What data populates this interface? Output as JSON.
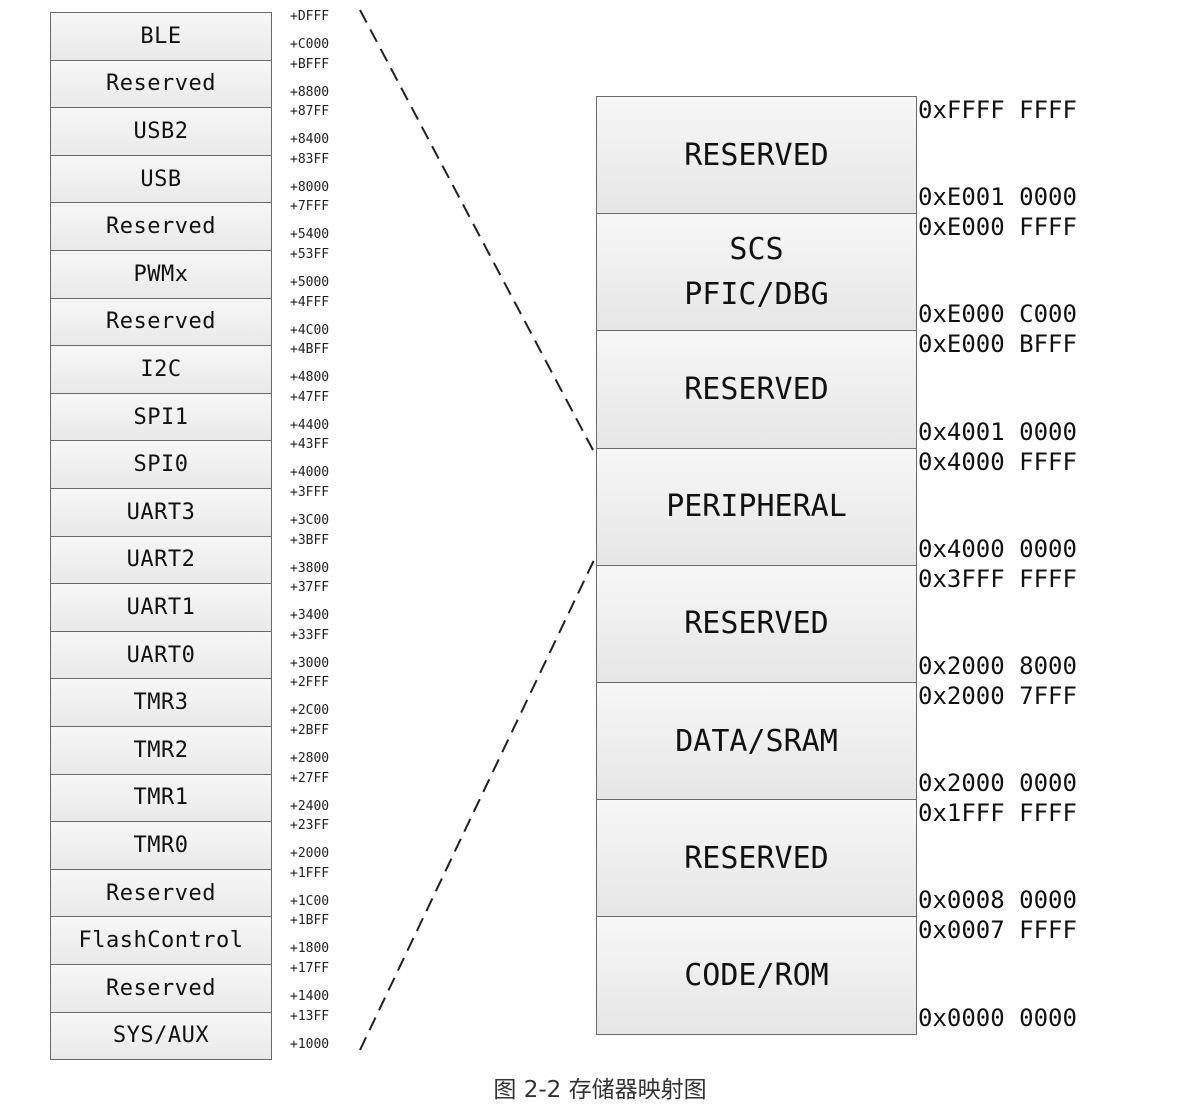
{
  "peripheral_map": {
    "blocks": [
      "BLE",
      "Reserved",
      "USB2",
      "USB",
      "Reserved",
      "PWMx",
      "Reserved",
      "I2C",
      "SPI1",
      "SPI0",
      "UART3",
      "UART2",
      "UART1",
      "UART0",
      "TMR3",
      "TMR2",
      "TMR1",
      "TMR0",
      "Reserved",
      "FlashControl",
      "Reserved",
      "SYS/AUX"
    ],
    "offsets": [
      {
        "top": "+DFFF",
        "bottom": "+C000"
      },
      {
        "top": "+BFFF",
        "bottom": "+8800"
      },
      {
        "top": "+87FF",
        "bottom": "+8400"
      },
      {
        "top": "+83FF",
        "bottom": "+8000"
      },
      {
        "top": "+7FFF",
        "bottom": "+5400"
      },
      {
        "top": "+53FF",
        "bottom": "+5000"
      },
      {
        "top": "+4FFF",
        "bottom": "+4C00"
      },
      {
        "top": "+4BFF",
        "bottom": "+4800"
      },
      {
        "top": "+47FF",
        "bottom": "+4400"
      },
      {
        "top": "+43FF",
        "bottom": "+4000"
      },
      {
        "top": "+3FFF",
        "bottom": "+3C00"
      },
      {
        "top": "+3BFF",
        "bottom": "+3800"
      },
      {
        "top": "+37FF",
        "bottom": "+3400"
      },
      {
        "top": "+33FF",
        "bottom": "+3000"
      },
      {
        "top": "+2FFF",
        "bottom": "+2C00"
      },
      {
        "top": "+2BFF",
        "bottom": "+2800"
      },
      {
        "top": "+27FF",
        "bottom": "+2400"
      },
      {
        "top": "+23FF",
        "bottom": "+2000"
      },
      {
        "top": "+1FFF",
        "bottom": "+1C00"
      },
      {
        "top": "+1BFF",
        "bottom": "+1800"
      },
      {
        "top": "+17FF",
        "bottom": "+1400"
      },
      {
        "top": "+13FF",
        "bottom": "+1000"
      }
    ]
  },
  "memory_map": {
    "regions": [
      {
        "label": [
          "RESERVED"
        ],
        "top_addr": "0xFFFF FFFF",
        "bottom_addr": "0xE001 0000"
      },
      {
        "label": [
          "SCS",
          "PFIC/DBG"
        ],
        "top_addr": "0xE000 FFFF",
        "bottom_addr": "0xE000 C000"
      },
      {
        "label": [
          "RESERVED"
        ],
        "top_addr": "0xE000 BFFF",
        "bottom_addr": "0x4001 0000"
      },
      {
        "label": [
          "PERIPHERAL"
        ],
        "top_addr": "0x4000 FFFF",
        "bottom_addr": "0x4000 0000"
      },
      {
        "label": [
          "RESERVED"
        ],
        "top_addr": "0x3FFF FFFF",
        "bottom_addr": "0x2000 8000"
      },
      {
        "label": [
          "DATA/SRAM"
        ],
        "top_addr": "0x2000 7FFF",
        "bottom_addr": "0x2000 0000"
      },
      {
        "label": [
          "RESERVED"
        ],
        "top_addr": "0x1FFF FFFF",
        "bottom_addr": "0x0008 0000"
      },
      {
        "label": [
          "CODE/ROM"
        ],
        "top_addr": "0x0007 FFFF",
        "bottom_addr": "0x0000 0000"
      }
    ]
  },
  "caption": "图 2-2 存储器映射图"
}
